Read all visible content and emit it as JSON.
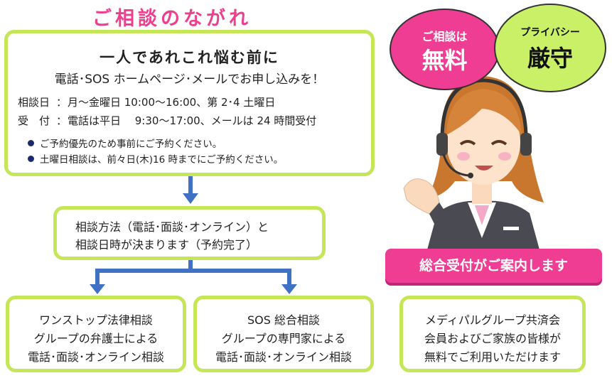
{
  "title": "ご相談のながれ",
  "main": {
    "heading": "一人であれこれ悩む前に",
    "subheading": "電話･SOS ホームページ･メールでお申し込みを！",
    "consult_label": "相談日",
    "consult_value": "月～金曜日  10:00～16:00、第 2･4 土曜日",
    "reception_label": "受　付",
    "reception_value": "電話は平日　 9:30～17:00、メールは 24 時間受付",
    "colon": "：",
    "notes": [
      "ご予約優先のため事前にご予約ください。",
      "土曜日相談は、前々日(木)16 時までにご予約ください。"
    ]
  },
  "method": {
    "line1": "相談方法（電話･面談･オンライン）と",
    "line2": "相談日時が決まります（予約完了）"
  },
  "left_box": {
    "line1": "ワンストップ法律相談",
    "line2": "グループの弁護士による",
    "line3": "電話･面談･オンライン相談"
  },
  "center_box": {
    "line1": "SOS 総合相談",
    "line2": "グループの専門家による",
    "line3": "電話･面談･オンライン相談"
  },
  "right_box": {
    "line1": "メディパルグループ共済会",
    "line2": "会員およびご家族の皆様が",
    "line3": "無料でご利用いただけます"
  },
  "badges": {
    "free_top": "ご相談は",
    "free_main": "無料",
    "privacy_top": "プライバシー",
    "privacy_main": "厳守"
  },
  "banner": "総合受付がご案内します",
  "colors": {
    "accent_pink": "#ee3d93",
    "accent_green": "#c6e65a",
    "arrow_blue": "#3f72c4"
  }
}
